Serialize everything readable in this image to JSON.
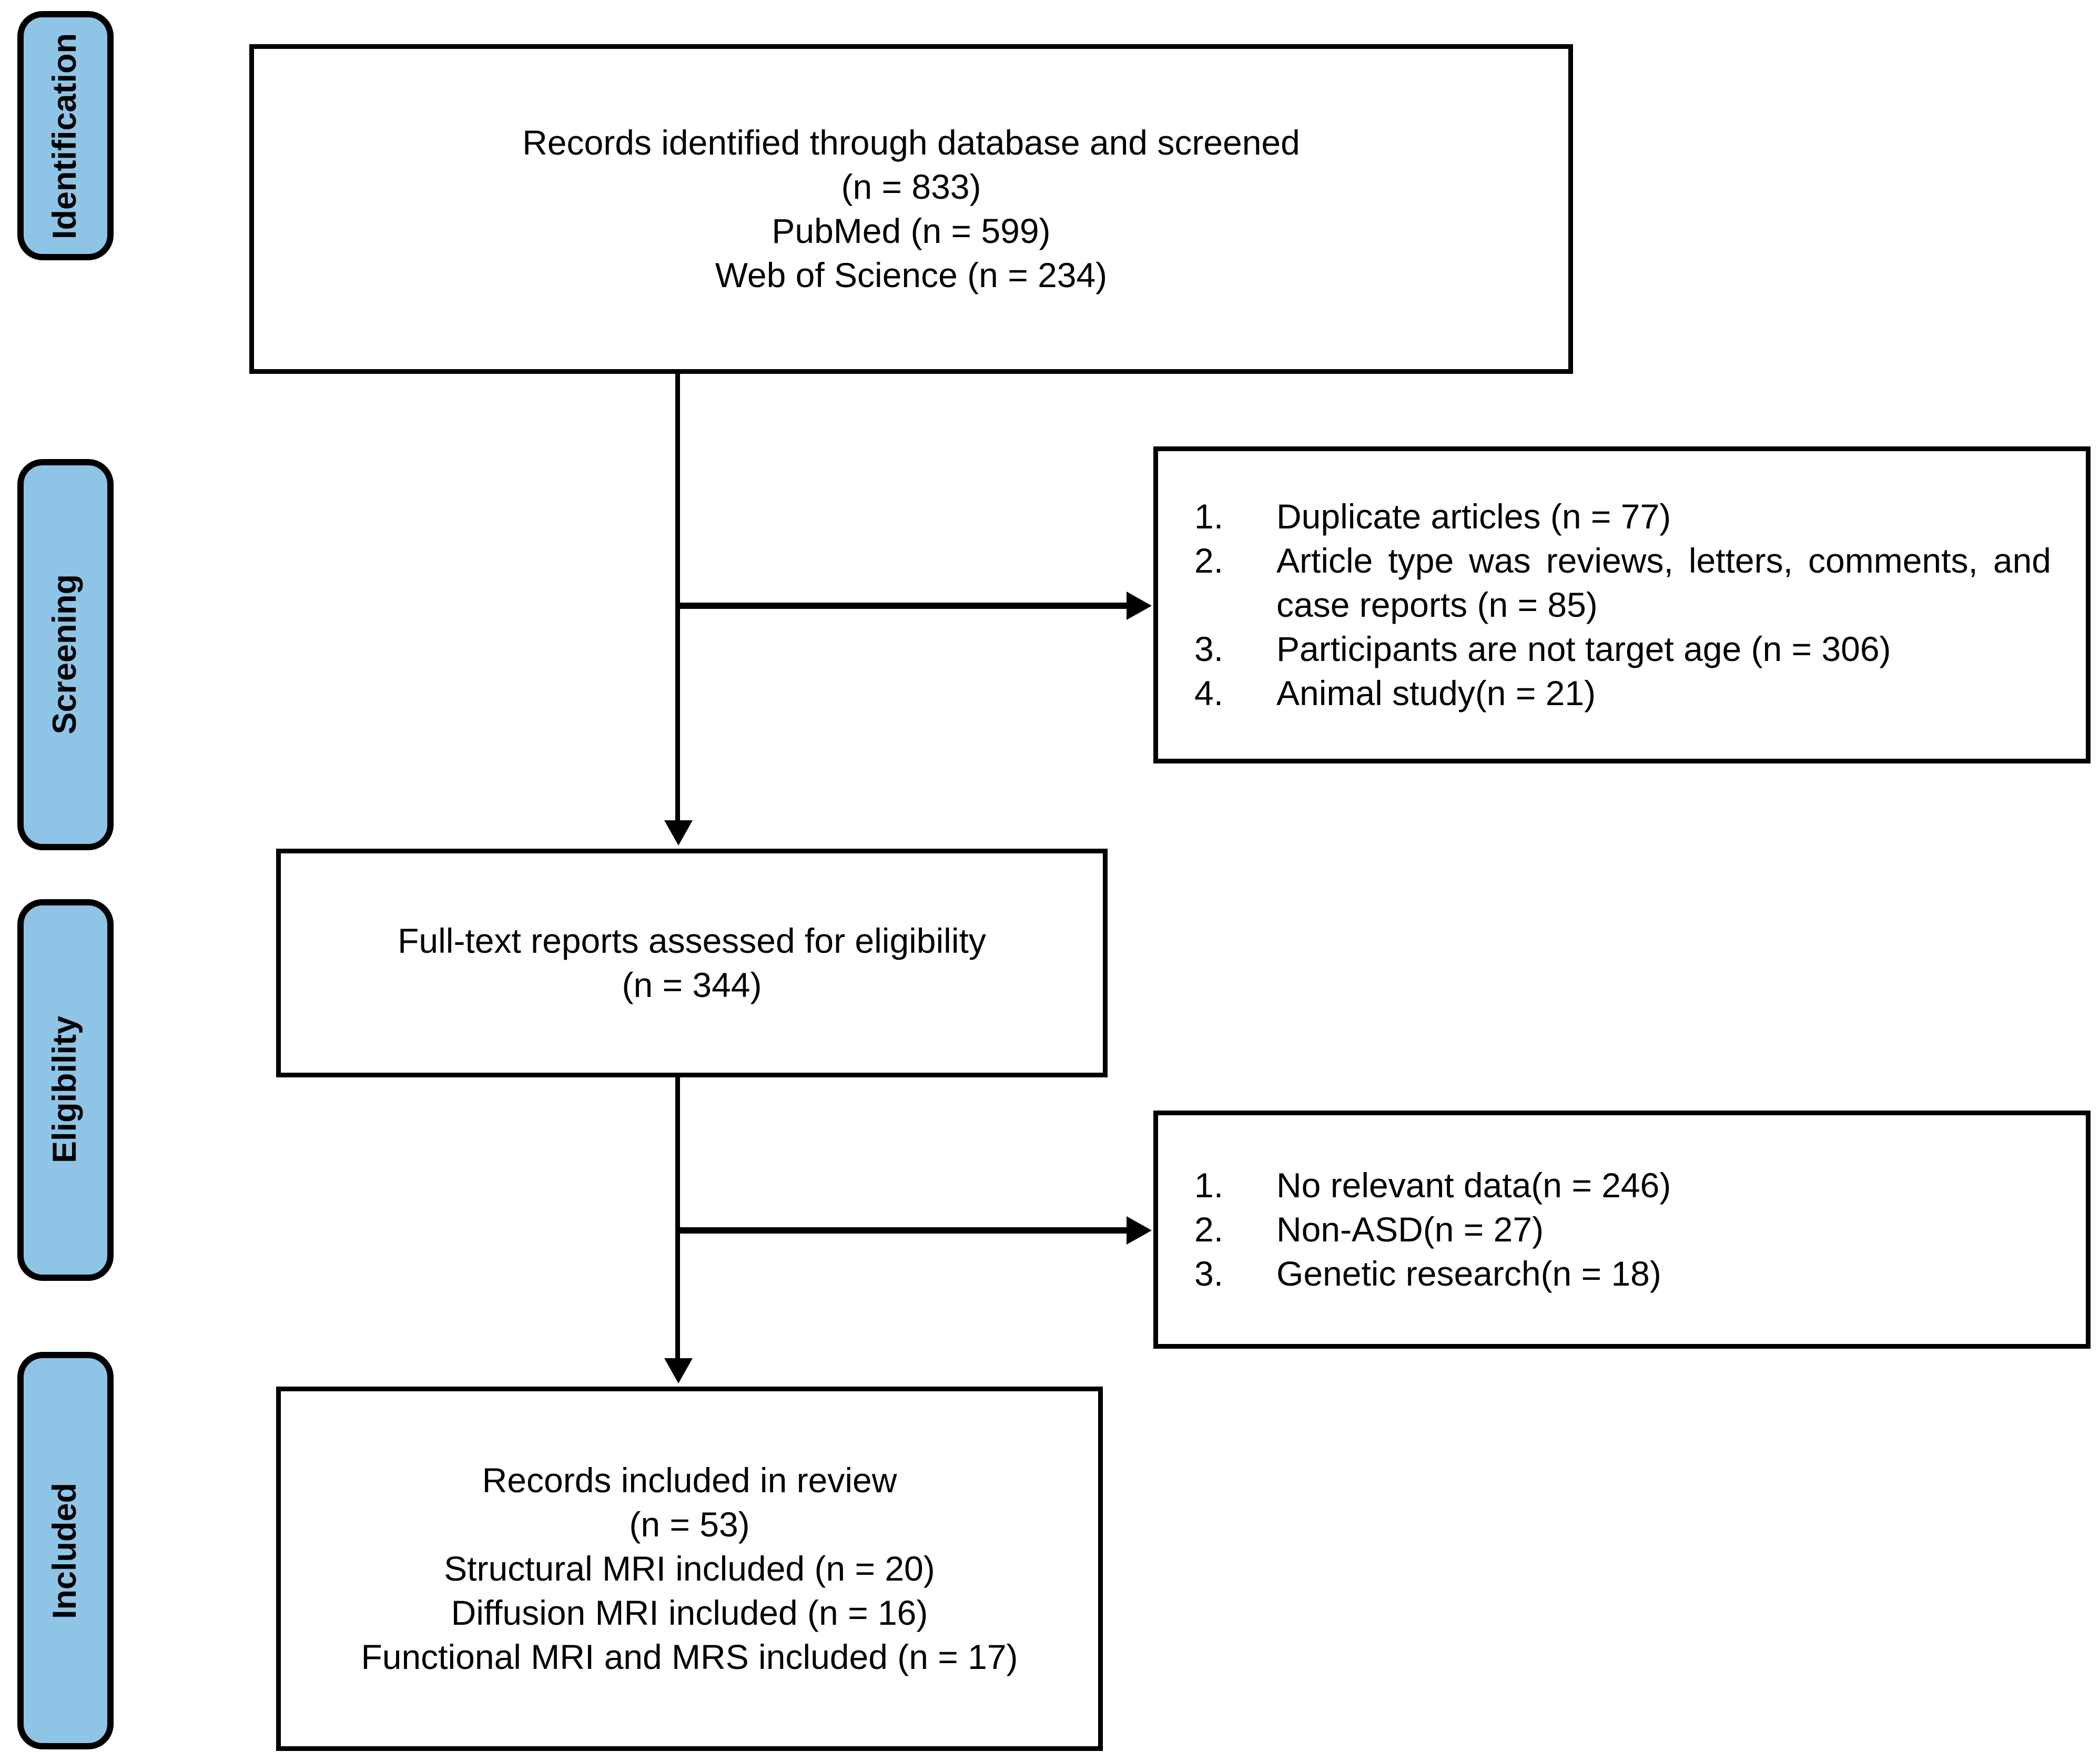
{
  "diagram": {
    "stages": [
      {
        "label": "Identification"
      },
      {
        "label": "Screening"
      },
      {
        "label": "Eligibility"
      },
      {
        "label": "Included"
      }
    ],
    "boxes": {
      "records_identified": {
        "lines": [
          "Records identified through database and screened",
          "(n = 833)",
          "PubMed (n = 599)",
          "Web of Science (n = 234)"
        ]
      },
      "screening_exclusions": {
        "items": [
          {
            "num": "1.",
            "text": "Duplicate articles (n = 77)"
          },
          {
            "num": "2.",
            "text": "Article type was reviews, letters, comments, and case reports (n = 85)"
          },
          {
            "num": "3.",
            "text": "Participants are not target age (n = 306)"
          },
          {
            "num": "4.",
            "text": "Animal study(n = 21)"
          }
        ]
      },
      "fulltext_assessed": {
        "lines": [
          "Full-text reports assessed for eligibility",
          "(n = 344)"
        ]
      },
      "eligibility_exclusions": {
        "items": [
          {
            "num": "1.",
            "text": "No relevant data(n = 246)"
          },
          {
            "num": "2.",
            "text": "Non-ASD(n = 27)"
          },
          {
            "num": "3.",
            "text": "Genetic research(n = 18)"
          }
        ]
      },
      "records_included": {
        "lines": [
          "Records included in review",
          "(n = 53)",
          "Structural MRI included (n = 20)",
          "Diffusion MRI included (n = 16)",
          "Functional MRI and MRS included (n = 17)"
        ]
      }
    },
    "colors": {
      "stage_fill": "#8EC4E6",
      "stage_border": "#000000",
      "box_fill": "#FFFFFF",
      "box_border": "#000000",
      "arrow": "#000000",
      "background": "#FFFFFF"
    }
  }
}
